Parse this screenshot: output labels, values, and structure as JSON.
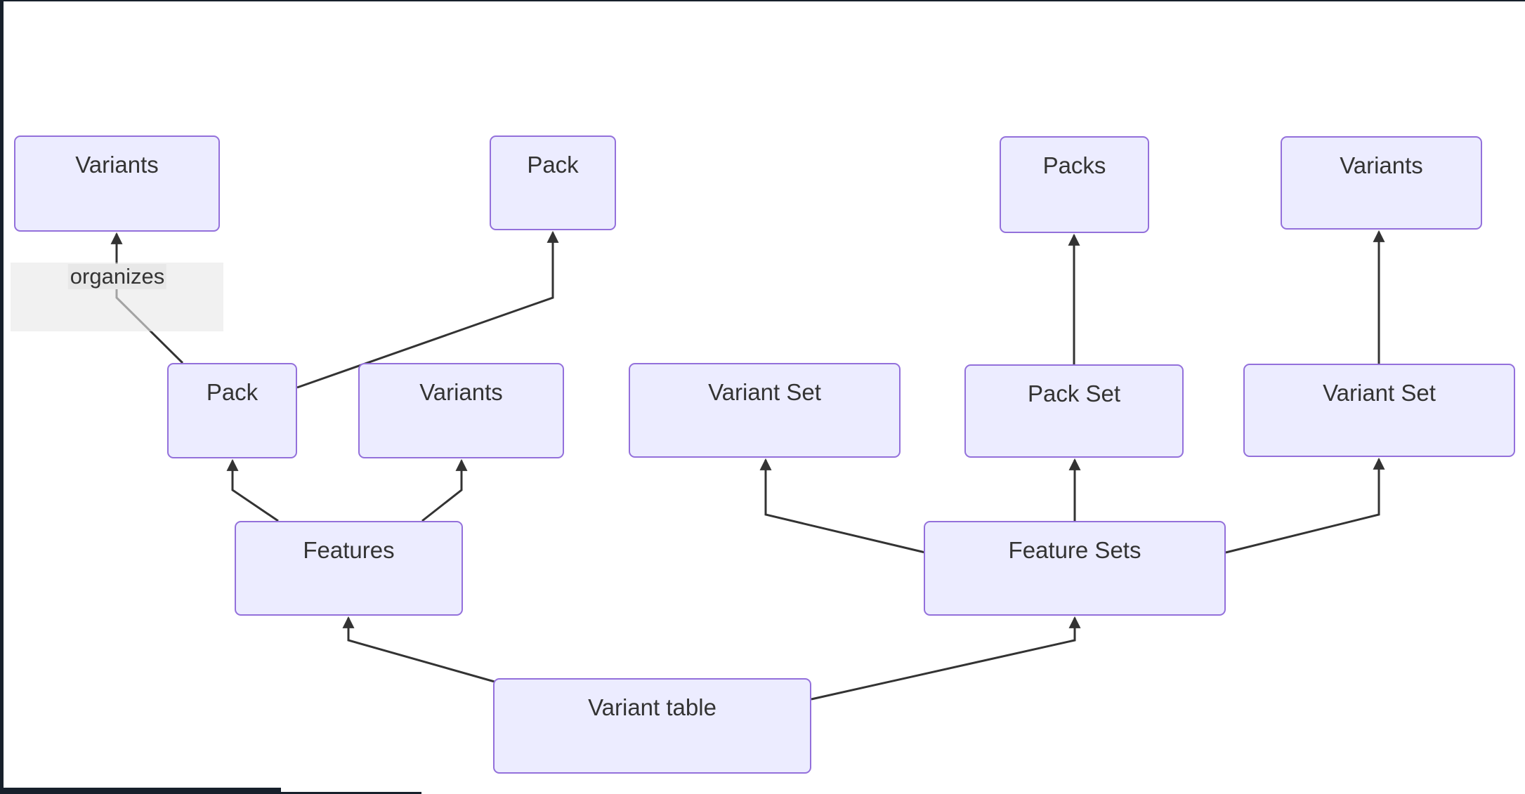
{
  "diagram": {
    "type": "flowchart",
    "orientation": "bottom-up",
    "nodes": {
      "variants_tl": {
        "label": "Variants"
      },
      "pack_top": {
        "label": "Pack"
      },
      "packs": {
        "label": "Packs"
      },
      "variants_tr": {
        "label": "Variants"
      },
      "pack_mid": {
        "label": "Pack"
      },
      "variants_mid": {
        "label": "Variants"
      },
      "variant_set_left": {
        "label": "Variant Set"
      },
      "pack_set": {
        "label": "Pack Set"
      },
      "variant_set_right": {
        "label": "Variant Set"
      },
      "features": {
        "label": "Features"
      },
      "feature_sets": {
        "label": "Feature Sets"
      },
      "variant_table": {
        "label": "Variant table"
      }
    },
    "edges": [
      {
        "from": "pack_mid",
        "to": "variants_tl",
        "label": "organizes"
      },
      {
        "from": "pack_mid",
        "to": "pack_top",
        "label": ""
      },
      {
        "from": "features",
        "to": "pack_mid",
        "label": ""
      },
      {
        "from": "features",
        "to": "variants_mid",
        "label": ""
      },
      {
        "from": "variant_table",
        "to": "features",
        "label": ""
      },
      {
        "from": "variant_table",
        "to": "feature_sets",
        "label": ""
      },
      {
        "from": "feature_sets",
        "to": "variant_set_left",
        "label": ""
      },
      {
        "from": "feature_sets",
        "to": "pack_set",
        "label": ""
      },
      {
        "from": "feature_sets",
        "to": "variant_set_right",
        "label": ""
      },
      {
        "from": "pack_set",
        "to": "packs",
        "label": ""
      },
      {
        "from": "variant_set_right",
        "to": "variants_tr",
        "label": ""
      }
    ],
    "edge_label_text": "organizes",
    "colors": {
      "node_fill": "#ECECFF",
      "node_border": "#9370DB",
      "node_text": "#333333",
      "edge_stroke": "#333333",
      "edge_label_bg": "#e8e8e8",
      "frame_border": "#17202b",
      "background": "#ffffff"
    }
  }
}
